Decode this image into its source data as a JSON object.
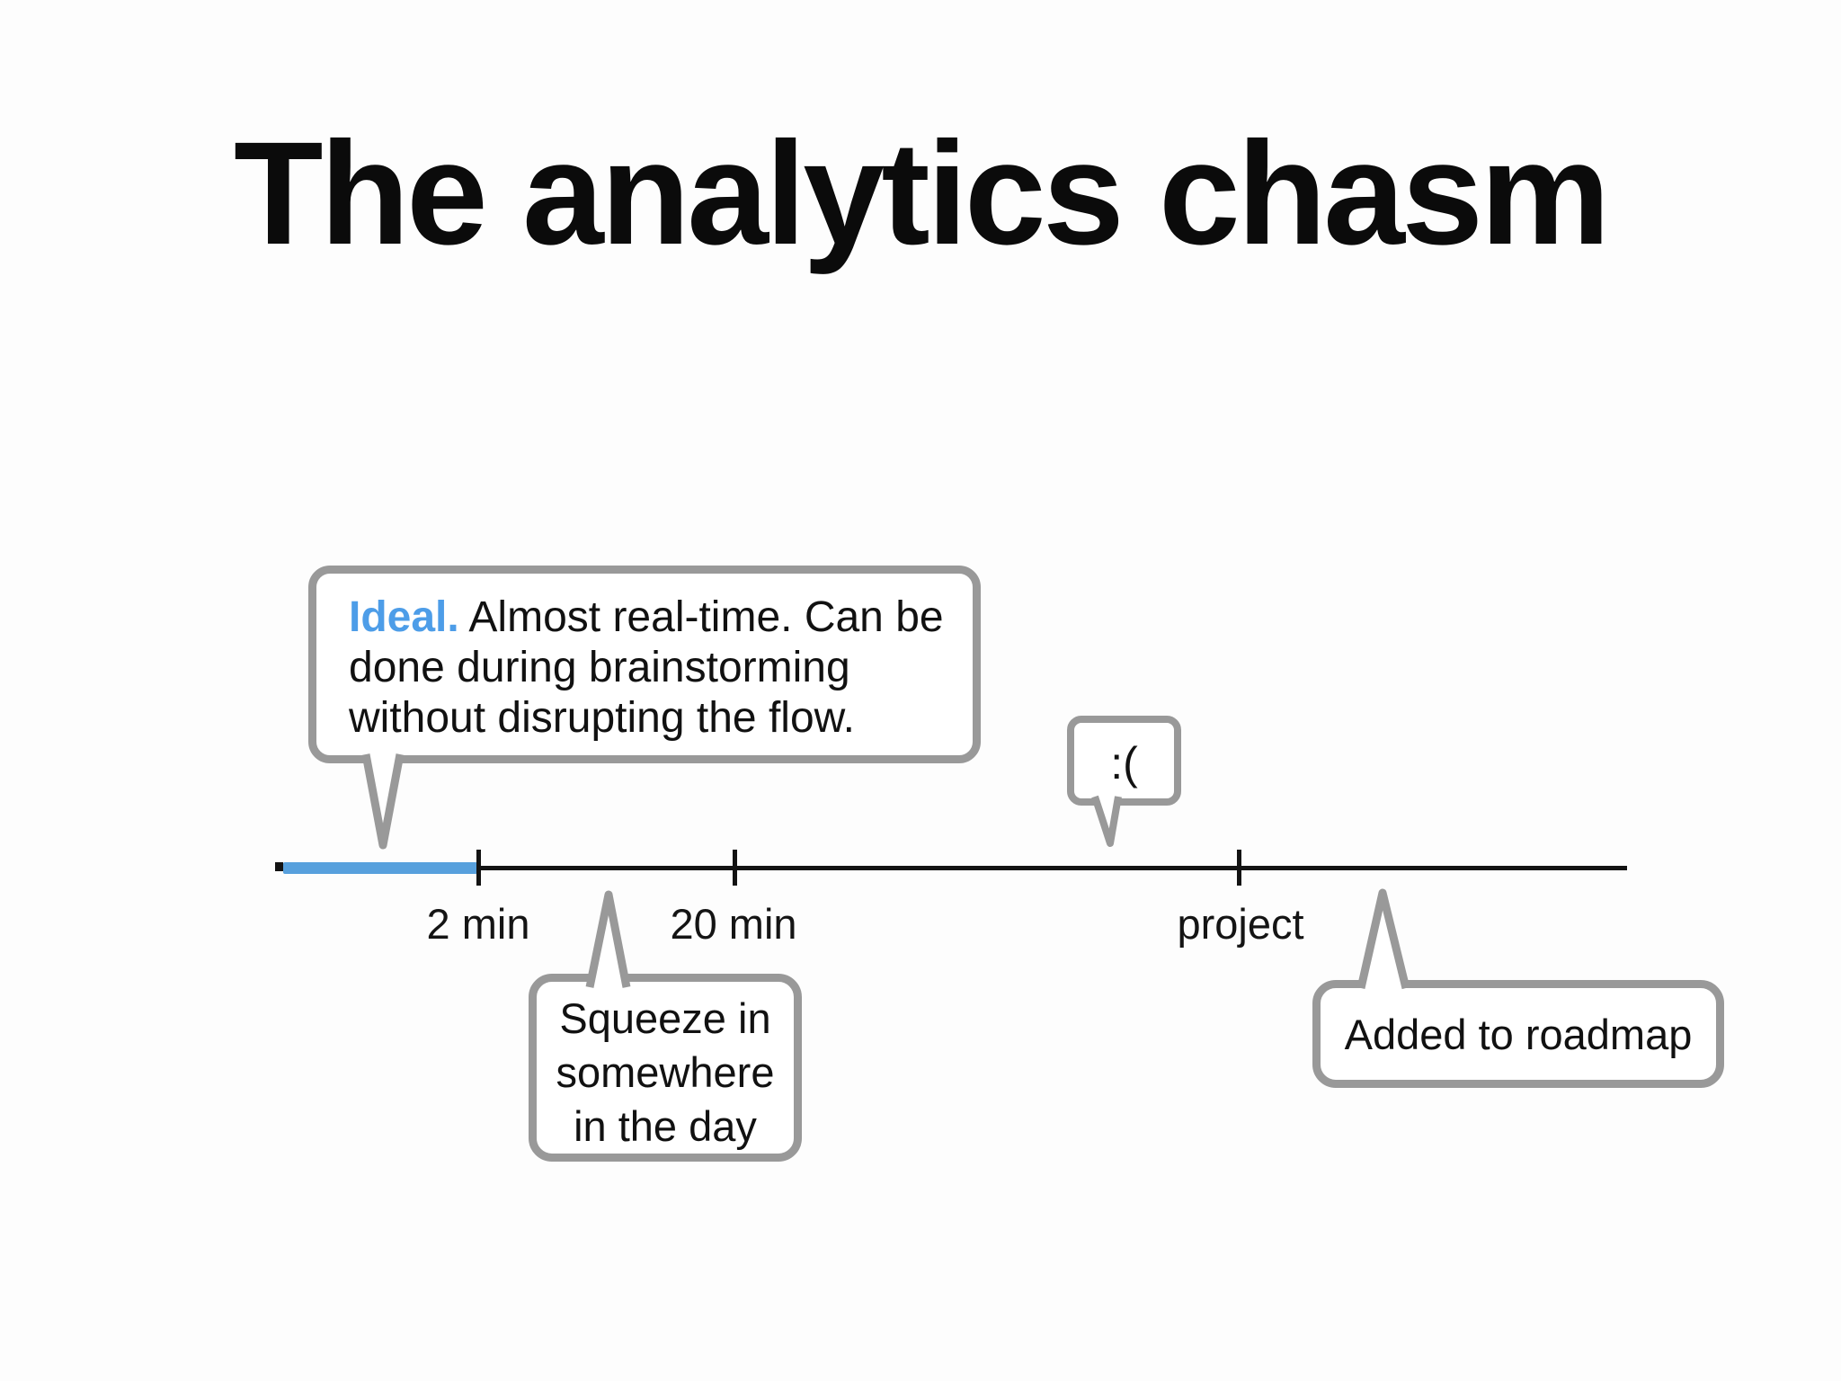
{
  "title": "The analytics chasm",
  "colors": {
    "accent_blue": "#4d9de8",
    "bar_blue": "#57a0dd",
    "bubble_border_gray": "#999999",
    "ink_black": "#111111",
    "background": "#fdfdfd"
  },
  "timeline": {
    "ticks": [
      {
        "label": "2 min"
      },
      {
        "label": "20 min"
      },
      {
        "label": "project"
      }
    ],
    "highlight_segment": {
      "from": "start",
      "to": "2 min",
      "color": "#57a0dd"
    }
  },
  "bubbles": {
    "ideal": {
      "lead": "Ideal.",
      "line1_rest": "Almost real-time. Can be",
      "line2": "done during brainstorming",
      "line3": "without disrupting the flow."
    },
    "sad": {
      "label": ":("
    },
    "squeeze": {
      "line1": "Squeeze in",
      "line2": "somewhere",
      "line3": "in the day"
    },
    "roadmap": {
      "label": "Added to roadmap"
    }
  }
}
